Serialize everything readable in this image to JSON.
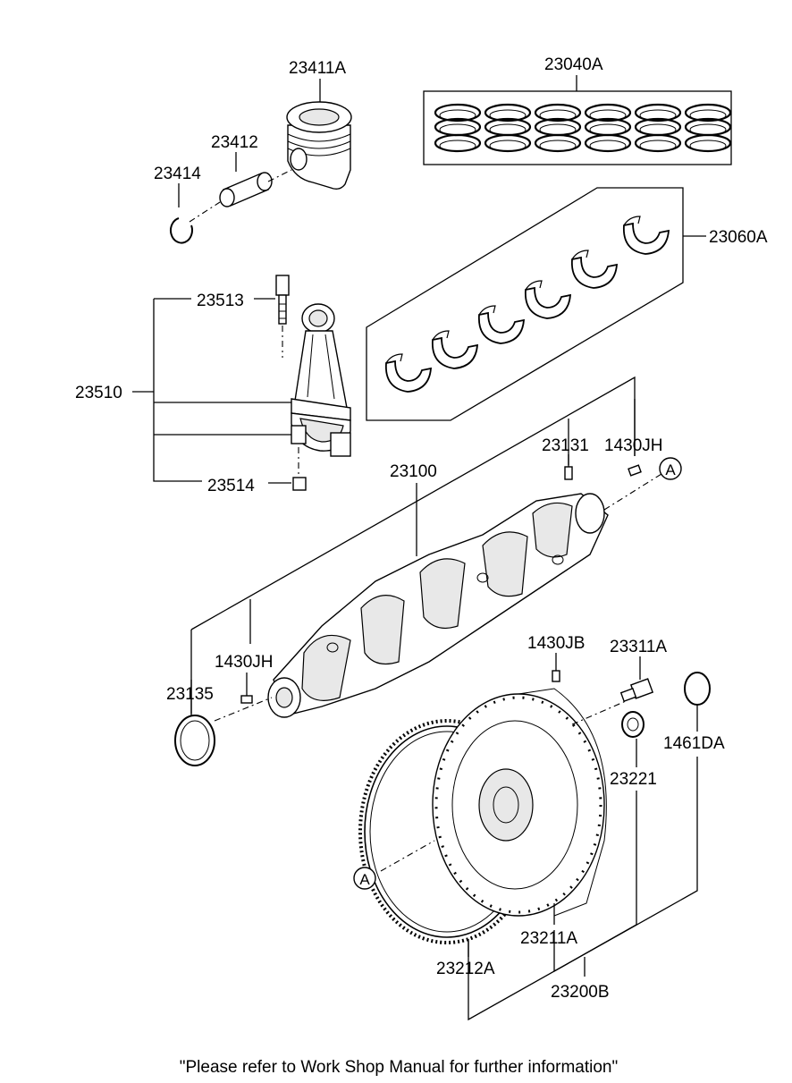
{
  "labels": {
    "p23411A": "23411A",
    "p23412": "23412",
    "p23414": "23414",
    "p23040A": "23040A",
    "p23060A": "23060A",
    "p23513": "23513",
    "p23510": "23510",
    "p23514": "23514",
    "p23131": "23131",
    "p1430JH_top": "1430JH",
    "p23100": "23100",
    "p1430JH_left": "1430JH",
    "p23135": "23135",
    "p1430JB": "1430JB",
    "p23311A": "23311A",
    "p1461DA": "1461DA",
    "p23221": "23221",
    "p23211A": "23211A",
    "p23212A": "23212A",
    "p23200B": "23200B",
    "ref_a_top": "A",
    "ref_a_bottom": "A"
  },
  "footer": {
    "note": "\"Please refer to Work Shop Manual for further information\""
  }
}
